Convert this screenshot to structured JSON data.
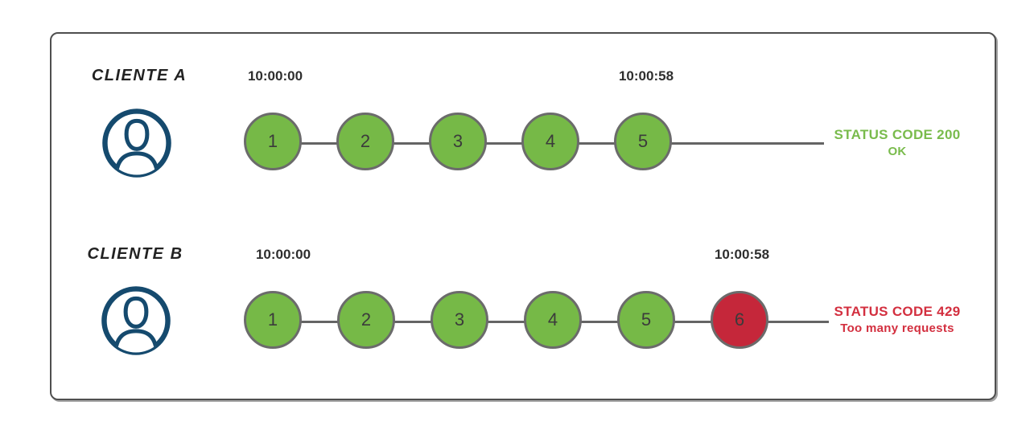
{
  "colors": {
    "circle-green": "#76b947",
    "circle-red": "#c5273a",
    "status-green": "#79bb4c",
    "status-red": "#d32f3f",
    "icon-blue": "#154a6e",
    "stroke-gray": "#646464",
    "border-gray": "#6b6b6b",
    "text-dark": "#2e2e2e"
  },
  "rows": [
    {
      "client": "CLIENTE A",
      "start_time": "10:00:00",
      "end_time": "10:00:58",
      "requests": [
        {
          "n": "1",
          "status": "ok"
        },
        {
          "n": "2",
          "status": "ok"
        },
        {
          "n": "3",
          "status": "ok"
        },
        {
          "n": "4",
          "status": "ok"
        },
        {
          "n": "5",
          "status": "ok"
        }
      ],
      "status_line1": "STATUS CODE 200",
      "status_line2": "OK"
    },
    {
      "client": "CLIENTE B",
      "start_time": "10:00:00",
      "end_time": "10:00:58",
      "requests": [
        {
          "n": "1",
          "status": "ok"
        },
        {
          "n": "2",
          "status": "ok"
        },
        {
          "n": "3",
          "status": "ok"
        },
        {
          "n": "4",
          "status": "ok"
        },
        {
          "n": "5",
          "status": "ok"
        },
        {
          "n": "6",
          "status": "rejected"
        }
      ],
      "status_line1": "STATUS CODE 429",
      "status_line2": "Too many requests"
    }
  ]
}
